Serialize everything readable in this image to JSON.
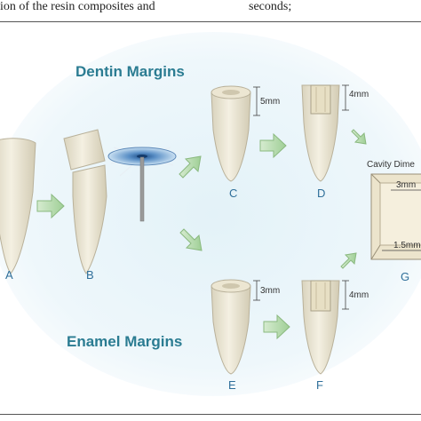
{
  "header": {
    "left_text": "ion of the resin composites and",
    "right_text": "seconds;"
  },
  "figure": {
    "dentin_title": "Dentin Margins",
    "enamel_title": "Enamel Margins",
    "labels": [
      "A",
      "B",
      "C",
      "D",
      "E",
      "F",
      "G"
    ],
    "measurements": {
      "c_depth": "5mm",
      "d_depth": "4mm",
      "e_depth": "3mm",
      "f_depth": "4mm",
      "g_top": "3mm",
      "g_bottom": "1.5mm"
    },
    "cavity_title": "Cavity Dime"
  }
}
